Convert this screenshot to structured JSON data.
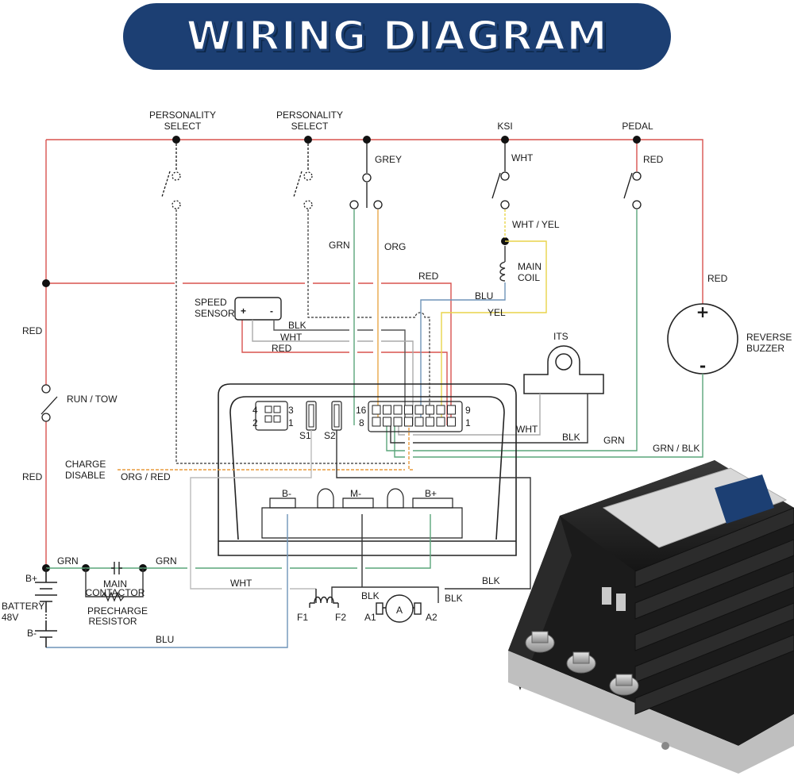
{
  "title": "WIRING DIAGRAM",
  "labels": {
    "personality_select_1": [
      "PERSONALITY",
      "SELECT"
    ],
    "personality_select_2": [
      "PERSONALITY",
      "SELECT"
    ],
    "ksi": "KSI",
    "pedal": "PEDAL",
    "grey": "GREY",
    "wht_ksi": "WHT",
    "red_pedal": "RED",
    "wht_yel": "WHT / YEL",
    "grn": "GRN",
    "org": "ORG",
    "main_coil": [
      "MAIN",
      "COIL"
    ],
    "red_bus": "RED",
    "red_right": "RED",
    "blu": "BLU",
    "yel": "YEL",
    "reverse_buzzer": [
      "REVERSE",
      "BUZZER"
    ],
    "plus": "+",
    "minus": "-",
    "speed_sensor": [
      "SPEED",
      "SENSOR"
    ],
    "blk_sensor": "BLK",
    "wht_sensor": "WHT",
    "red_sensor": "RED",
    "its": "ITS",
    "red_left_top": "RED",
    "run_tow": "RUN / TOW",
    "red_left_bottom": "RED",
    "charge_disable": [
      "CHARGE",
      "DISABLE"
    ],
    "org_red": "ORG / RED",
    "pins_4": "4",
    "pins_3": "3",
    "pins_2": "2",
    "pins_1": "1",
    "s1": "S1",
    "s2": "S2",
    "pin_16": "16",
    "pin_8": "8",
    "pin_9": "9",
    "pin_1": "1",
    "wht_its": "WHT",
    "blk_its": "BLK",
    "grn_right": "GRN",
    "grn_blk": "GRN / BLK",
    "b_minus": "B-",
    "m_minus": "M-",
    "b_plus": "B+",
    "battery_plus": "B+",
    "battery": "BATTERY",
    "battery_v": "48V",
    "battery_minus": "B-",
    "grn_batt": "GRN",
    "main_contactor": [
      "MAIN",
      "CONTACTOR"
    ],
    "precharge": [
      "PRECHARGE",
      "RESISTOR"
    ],
    "grn_bottom": "GRN",
    "wht_bottom": "WHT",
    "blu_bottom": "BLU",
    "blk_f": "BLK",
    "blk_a2": "BLK",
    "blk_bplus": "BLK",
    "f1": "F1",
    "f2": "F2",
    "a1": "A1",
    "a2": "A2",
    "motor": "A"
  },
  "colors": {
    "banner": "#1c3f73",
    "red": "#d9534f",
    "green": "#5aa57a",
    "grey": "#9a9a9a",
    "orange": "#e89a3c",
    "yellow": "#e8d44a",
    "blue": "#6f94b8",
    "black": "#1a1a1a"
  }
}
